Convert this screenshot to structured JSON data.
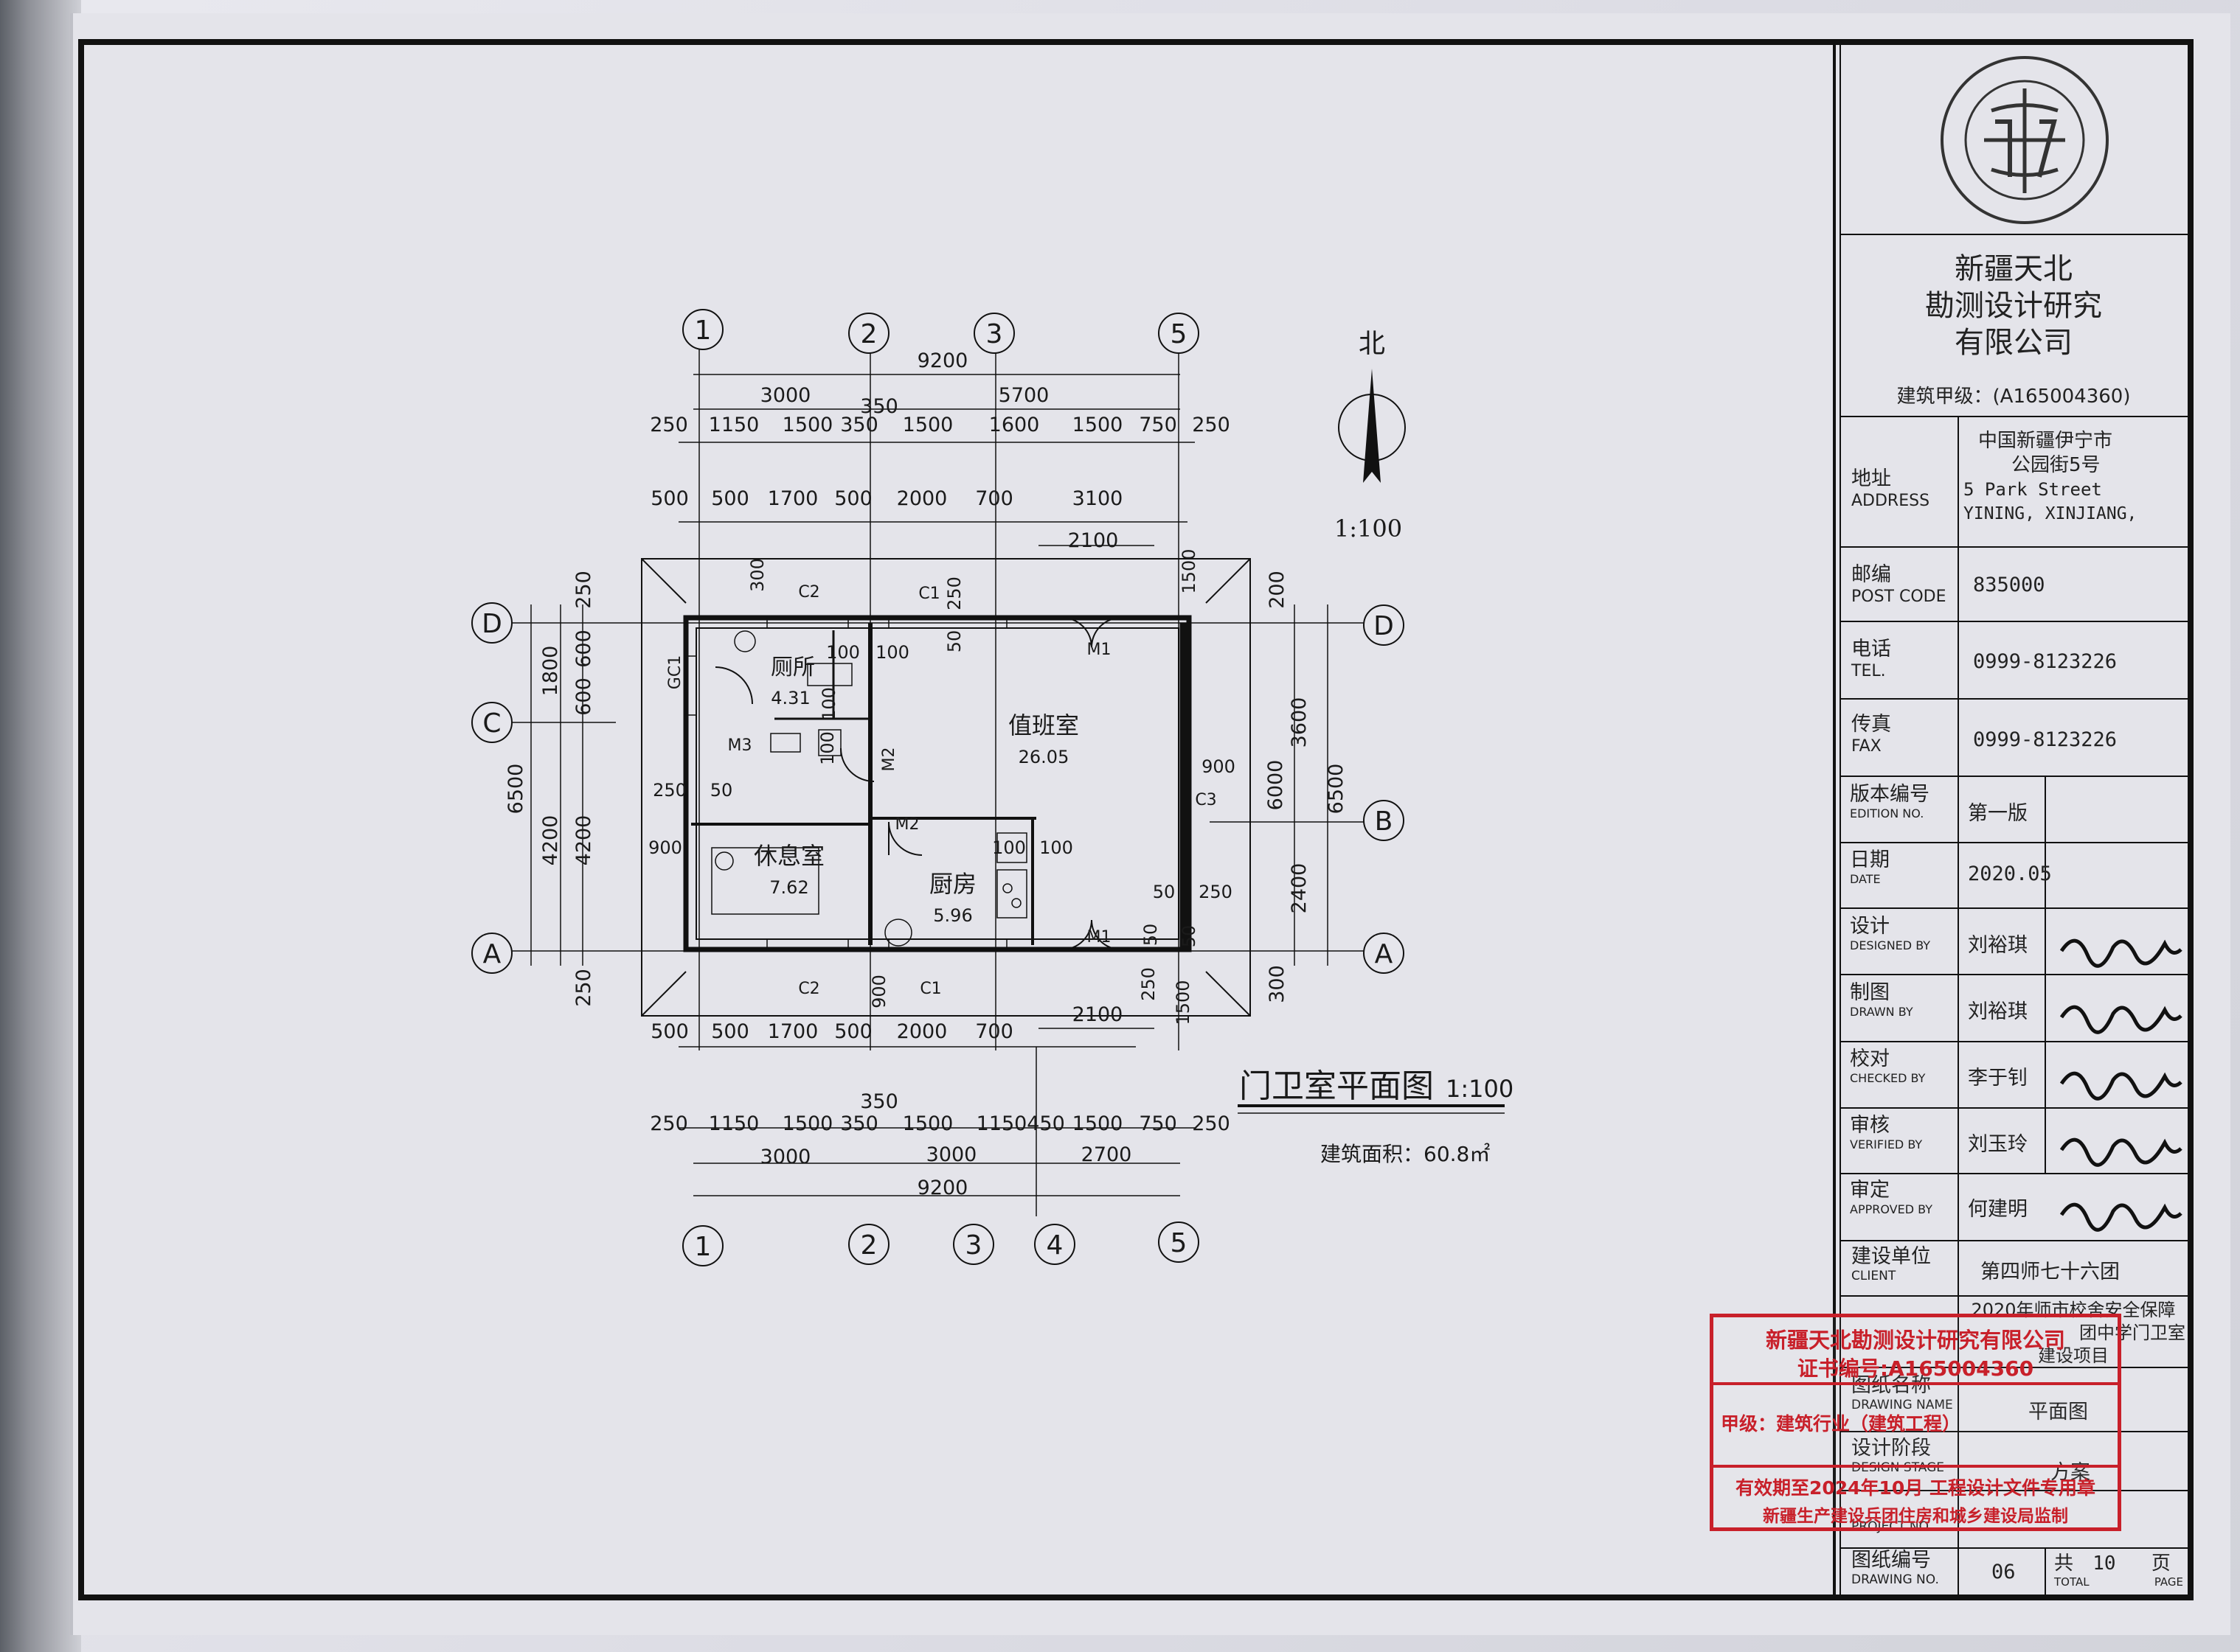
{
  "company": {
    "name_line1": "新疆天北",
    "name_line2": "勘测设计研究",
    "name_line3": "有限公司",
    "qualification": "建筑甲级：(A165004360)"
  },
  "address": {
    "label_cn": "地址",
    "label_en": "ADDRESS",
    "line1": "中国新疆伊宁市",
    "line2": "公园街5号",
    "line3": "5 Park Street",
    "line4": "YINING, XINJIANG,"
  },
  "postcode": {
    "label_cn": "邮编",
    "label_en": "POST CODE",
    "value": "835000"
  },
  "tel": {
    "label_cn": "电话",
    "label_en": "TEL.",
    "value": "0999-8123226"
  },
  "fax": {
    "label_cn": "传真",
    "label_en": "FAX",
    "value": "0999-8123226"
  },
  "edition": {
    "label_cn": "版本编号",
    "label_en": "EDITION NO.",
    "value": "第一版"
  },
  "date": {
    "label_cn": "日期",
    "label_en": "DATE",
    "value": "2020.05"
  },
  "designed": {
    "label_cn": "设计",
    "label_en": "DESIGNED BY",
    "value": "刘裕琪"
  },
  "drawn": {
    "label_cn": "制图",
    "label_en": "DRAWN BY",
    "value": "刘裕琪"
  },
  "checked": {
    "label_cn": "校对",
    "label_en": "CHECKED BY",
    "value": "李于钊"
  },
  "verified": {
    "label_cn": "审核",
    "label_en": "VERIFIED BY",
    "value": "刘玉玲"
  },
  "approved": {
    "label_cn": "审定",
    "label_en": "APPROVED BY",
    "value": "何建明"
  },
  "client": {
    "label_cn": "建设单位",
    "label_en": "CLIENT",
    "value": "第四师七十六团"
  },
  "project": {
    "line1": "2020年师市校舍安全保障",
    "line2": "团中学门卫室",
    "line3": "建设项目",
    "label_en": "PROJECT NO."
  },
  "drawing_name": {
    "label_cn": "图纸名称",
    "label_en": "DRAWING NAME",
    "value": "平面图"
  },
  "design_stage": {
    "label_cn": "设计阶段",
    "label_en": "DESIGN STAGE",
    "value": "方案"
  },
  "drawing_no": {
    "label_cn": "图纸编号",
    "label_en": "DRAWING NO.",
    "value": "06",
    "total_cn": "共",
    "total_value": "10",
    "page_cn": "页",
    "total_en": "TOTAL",
    "page_en": "PAGE"
  },
  "stamp": {
    "line1": "新疆天北勘测设计研究有限公司",
    "line2": "证书编号:A165004360",
    "line3": "甲级：建筑行业（建筑工程）",
    "line4": "有效期至2024年10月 工程设计文件专用章",
    "line5": "新疆生产建设兵团住房和城乡建设局监制",
    "color": "#c8202a"
  },
  "plan": {
    "title": "门卫室平面图",
    "scale": "1:100",
    "area": "建筑面积：60.8㎡",
    "north_label": "北",
    "north_scale": "1:100",
    "rooms": [
      {
        "name": "值班室",
        "area": "26.05"
      },
      {
        "name": "休息室",
        "area": "7.62"
      },
      {
        "name": "厨房",
        "area": "5.96"
      },
      {
        "name": "厕所",
        "area": "4.31"
      }
    ],
    "door_tags": [
      "M1",
      "M1",
      "M2",
      "M2",
      "M3"
    ],
    "window_tags": [
      "C2",
      "C1",
      "C2",
      "C1",
      "C3",
      "GC1"
    ],
    "axes_top": [
      "1",
      "2",
      "3",
      "5"
    ],
    "axes_bottom": [
      "1",
      "2",
      "3",
      "4",
      "5"
    ],
    "axes_left": [
      "D",
      "C",
      "A"
    ],
    "axes_right": [
      "D",
      "B",
      "A"
    ],
    "dims_top_total": "9200",
    "dims_top_row2": [
      "3000",
      "350",
      "5700"
    ],
    "dims_top_row3": [
      "250",
      "1150",
      "1500",
      "350",
      "1500",
      "1600",
      "1500",
      "750",
      "250"
    ],
    "dims_top_row4": [
      "500",
      "500",
      "1700",
      "500",
      "2000",
      "700",
      "3100"
    ],
    "dims_top_door": "2100",
    "dims_bottom_row1": [
      "500",
      "500",
      "1700",
      "500",
      "2000",
      "700"
    ],
    "dims_bottom_door": "2100",
    "dims_bottom_350": "350",
    "dims_bottom_row2": [
      "250",
      "1150",
      "1500",
      "350",
      "1500",
      "1150",
      "450",
      "1500",
      "750",
      "250"
    ],
    "dims_bottom_row3": [
      "3000",
      "3000",
      "2700"
    ],
    "dims_bottom_total": "9200",
    "dims_left": [
      "250",
      "1800",
      "600",
      "600",
      "4200",
      "4200",
      "6500",
      "250"
    ],
    "dims_right": [
      "200",
      "3600",
      "6000",
      "6500",
      "2400",
      "300"
    ],
    "inner_dims": [
      "100",
      "100",
      "100",
      "100",
      "100",
      "100",
      "250",
      "50",
      "900",
      "900",
      "50",
      "250",
      "50",
      "50",
      "900",
      "300",
      "250",
      "1500",
      "1500",
      "250",
      "50"
    ]
  }
}
